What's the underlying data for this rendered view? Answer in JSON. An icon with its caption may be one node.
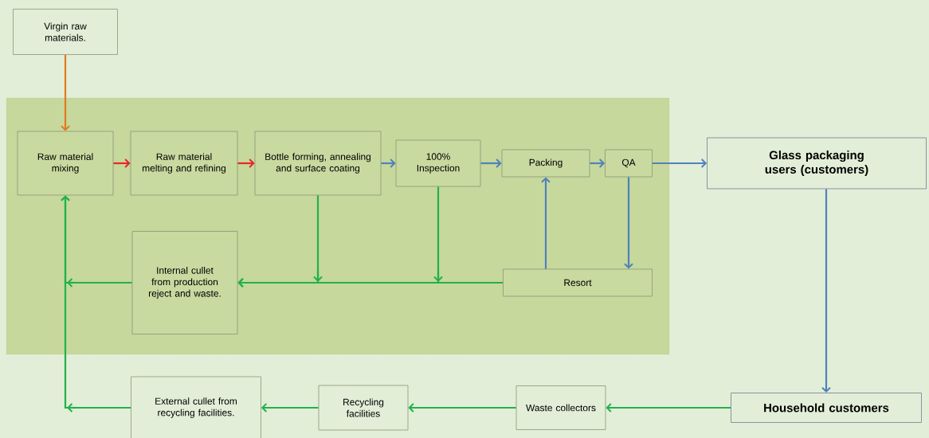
{
  "diagram": {
    "nodes": [
      {
        "text": [],
        "shape": "box"
      },
      {
        "text": [
          "Virgin raw materials."
        ]
      },
      {
        "text": [
          "Raw material mixing"
        ],
        "in": 0
      },
      {
        "text": [
          "Raw material melting and refining"
        ],
        "in": 0
      },
      {
        "text": [
          "Bottle forming, annealing and surface coating"
        ],
        "in": 0
      },
      {
        "text": [
          "100% Inspection"
        ],
        "in": 0
      },
      {
        "text": [
          "Packing"
        ],
        "in": 0
      },
      {
        "text": [
          "QA"
        ],
        "in": 0
      },
      {
        "text": [
          "Internal cullet from production reject and waste."
        ],
        "in": 0
      },
      {
        "text": [
          "Resort"
        ],
        "in": 0
      },
      {
        "text": [
          "Glass packaging users (customers)"
        ]
      },
      {
        "text": [
          "Household customers"
        ]
      },
      {
        "text": [
          "Waste collectors"
        ]
      },
      {
        "text": [
          "Recycling facilities"
        ]
      },
      {
        "text": [
          "External cullet from recycling facilities."
        ]
      }
    ],
    "edges": [
      {
        "from": 1,
        "to": 2,
        "arrow": "to",
        "color": "#e07b20"
      },
      {
        "from": 2,
        "to": 3,
        "arrow": "to",
        "color": "#e8262a"
      },
      {
        "from": 3,
        "to": 4,
        "arrow": "to",
        "color": "#e8262a"
      },
      {
        "from": 4,
        "to": 5,
        "arrow": "to",
        "color": "#4f81bd"
      },
      {
        "from": 5,
        "to": 6,
        "arrow": "to",
        "color": "#4f81bd"
      },
      {
        "from": 6,
        "to": 7,
        "arrow": "to",
        "color": "#4f81bd"
      },
      {
        "from": 7,
        "to": 10,
        "arrow": "to",
        "color": "#4f81bd"
      },
      {
        "from": 7,
        "to": 9,
        "arrow": "to",
        "color": "#4f81bd"
      },
      {
        "from": 9,
        "to": 6,
        "arrow": "to",
        "color": "#4f81bd"
      },
      {
        "from": 10,
        "to": 11,
        "arrow": "to",
        "color": "#4f81bd"
      },
      {
        "from": 11,
        "to": 12,
        "arrow": "to"
      },
      {
        "from": 12,
        "to": 13,
        "arrow": "to"
      },
      {
        "from": 13,
        "to": 14,
        "arrow": "to"
      },
      {
        "from": 14,
        "to": 2,
        "arrow": "to"
      },
      {
        "from": 8,
        "to": 2,
        "arrow": "to"
      },
      {
        "from": 4,
        "to": 8,
        "arrow": "to"
      },
      {
        "from": 5,
        "to": 8,
        "arrow": "to"
      },
      {
        "from": 9,
        "to": 8,
        "arrow": "to"
      }
    ]
  }
}
